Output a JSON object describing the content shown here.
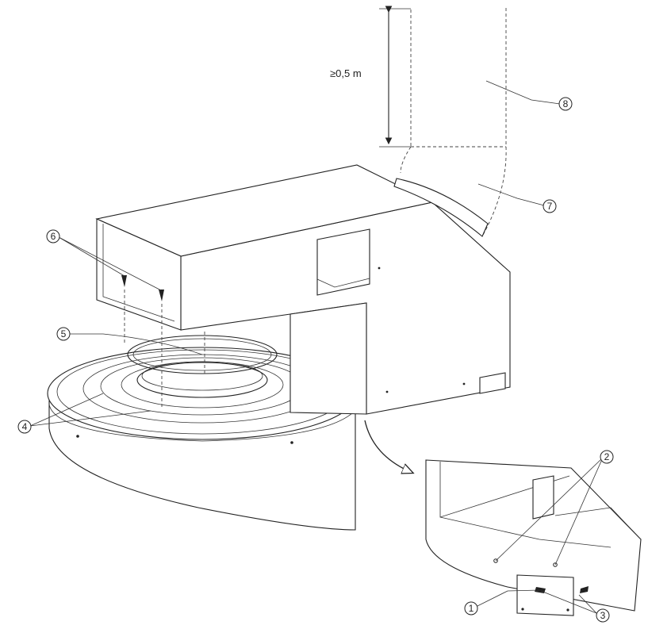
{
  "dimension": {
    "label": "≥0,5 m"
  },
  "callouts": [
    "1",
    "2",
    "3",
    "4",
    "5",
    "6",
    "7",
    "8"
  ]
}
